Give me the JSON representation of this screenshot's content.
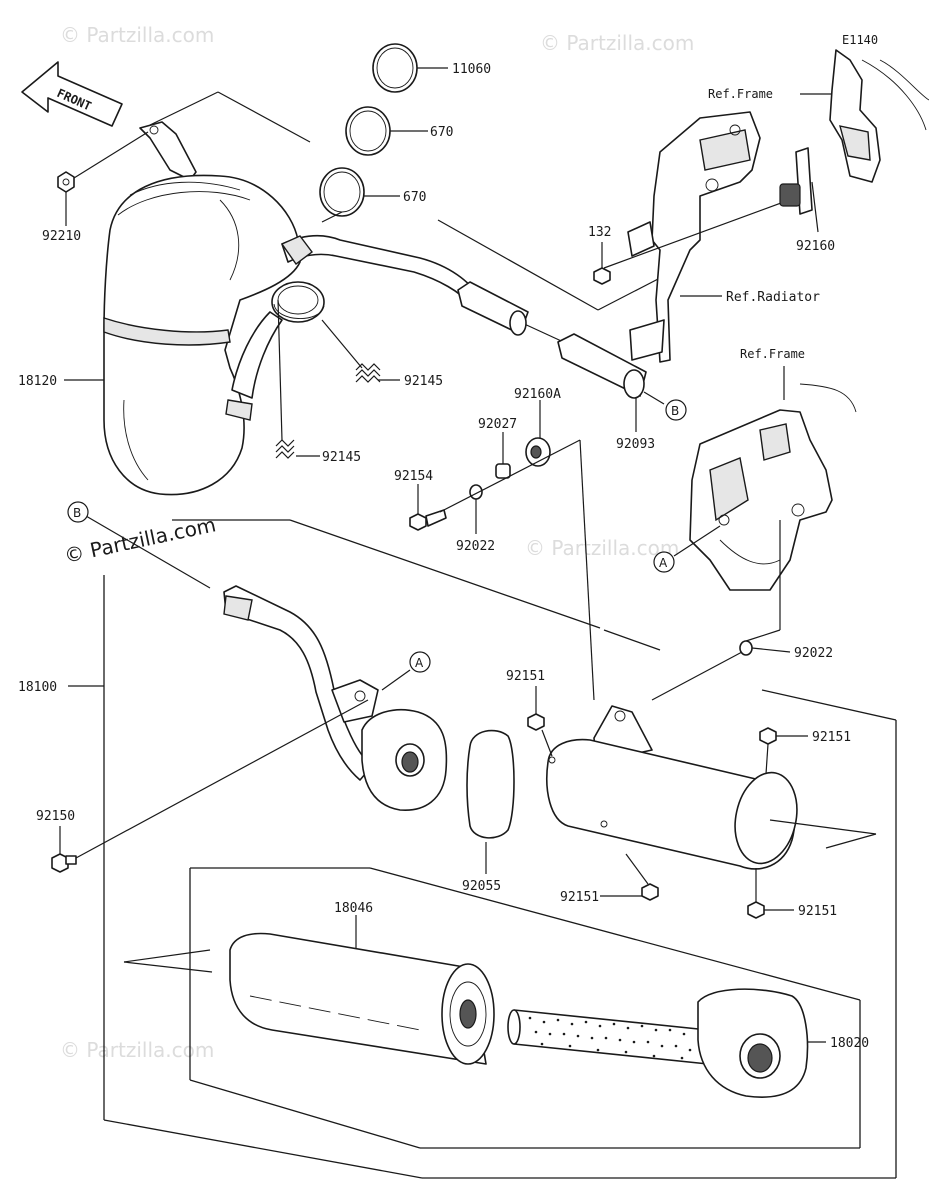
{
  "diagram_code": "E1140",
  "front_arrow_label": "FRONT",
  "copyright": "© Partzilla.com",
  "watermark": "© Partzilla.com",
  "refs": {
    "frame_upper": "Ref.Frame",
    "frame_lower": "Ref.Frame",
    "radiator": "Ref.Radiator"
  },
  "callouts": {
    "a": "A",
    "b": "B"
  },
  "parts": {
    "p11060": "11060",
    "p670a": "670",
    "p670b": "670",
    "p92210": "92210",
    "p18120": "18120",
    "p92145a": "92145",
    "p92145b": "92145",
    "p132": "132",
    "p92160": "92160",
    "p92093": "92093",
    "p92160A": "92160A",
    "p92027": "92027",
    "p92154": "92154",
    "p92022a": "92022",
    "p92022b": "92022",
    "p18100": "18100",
    "p92151a": "92151",
    "p92151b": "92151",
    "p92151c": "92151",
    "p92151d": "92151",
    "p92150": "92150",
    "p92055": "92055",
    "p18046": "18046",
    "p18020": "18020"
  }
}
